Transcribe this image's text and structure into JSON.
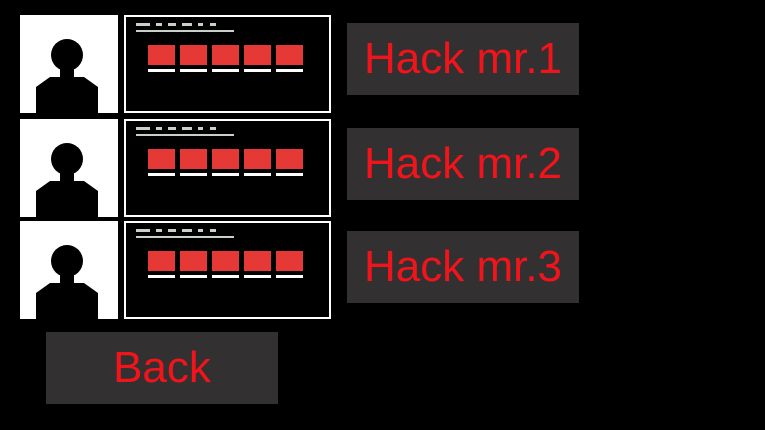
{
  "hack_list": [
    {
      "button_label": "Hack mr.1",
      "avatar_icon": "person-silhouette-icon",
      "status_blocks": 5
    },
    {
      "button_label": "Hack mr.2",
      "avatar_icon": "person-silhouette-icon",
      "status_blocks": 5
    },
    {
      "button_label": "Hack mr.3",
      "avatar_icon": "person-silhouette-icon",
      "status_blocks": 5
    }
  ],
  "back_label": "Back",
  "colors": {
    "background": "#000000",
    "button_bg": "#333031",
    "button_text": "#f2141b",
    "block_red": "#e53935",
    "frame_white": "#ffffff"
  }
}
